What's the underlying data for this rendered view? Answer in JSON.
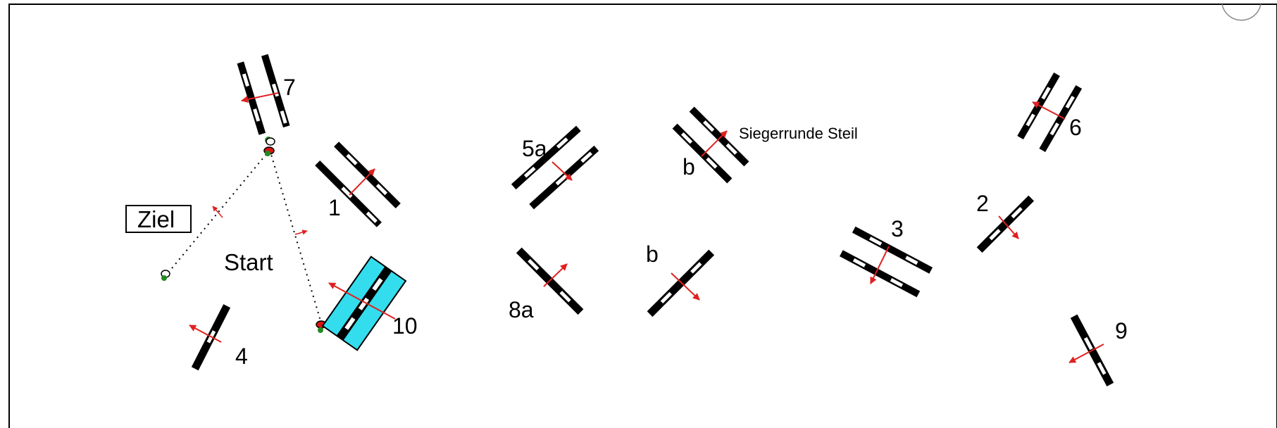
{
  "labels": {
    "ziel": "Ziel",
    "start": "Start",
    "siegerrunde": "Siegerrunde Steil",
    "obs1": "1",
    "obs2": "2",
    "obs3": "3",
    "obs4": "4",
    "obs5a": "5a",
    "obs5b": "b",
    "obs6": "6",
    "obs7": "7",
    "obs8a": "8a",
    "obs8b": "b",
    "obs9": "9",
    "obs10": "10"
  },
  "colors": {
    "arrow": "#e02020",
    "water": "#33ddee",
    "pole": "#000000",
    "flag_green": "#228b22",
    "flag_red": "#dd1111"
  }
}
